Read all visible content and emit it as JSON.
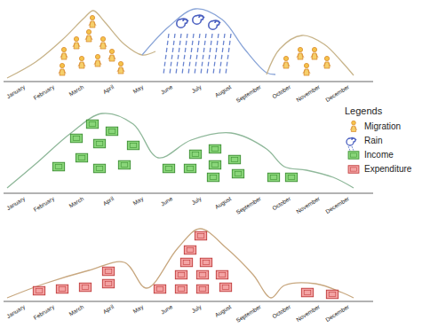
{
  "diagram": {
    "labels": [
      "January",
      "February",
      "March",
      "April",
      "May",
      "June",
      "July",
      "August",
      "September",
      "October",
      "November",
      "December",
      "January",
      "February",
      "March",
      "April",
      "May",
      "June",
      "July",
      "August",
      "September",
      "October",
      "November",
      "December",
      "January",
      "February",
      "March",
      "April",
      "May",
      "June",
      "July",
      "August",
      "September",
      "October",
      "November",
      "December",
      "Legends"
    ],
    "legend": [
      {
        "text": "Migration"
      },
      {
        "text": "Rain"
      },
      {
        "text": "Income"
      },
      {
        "text": "Expenditure"
      }
    ]
  }
}
